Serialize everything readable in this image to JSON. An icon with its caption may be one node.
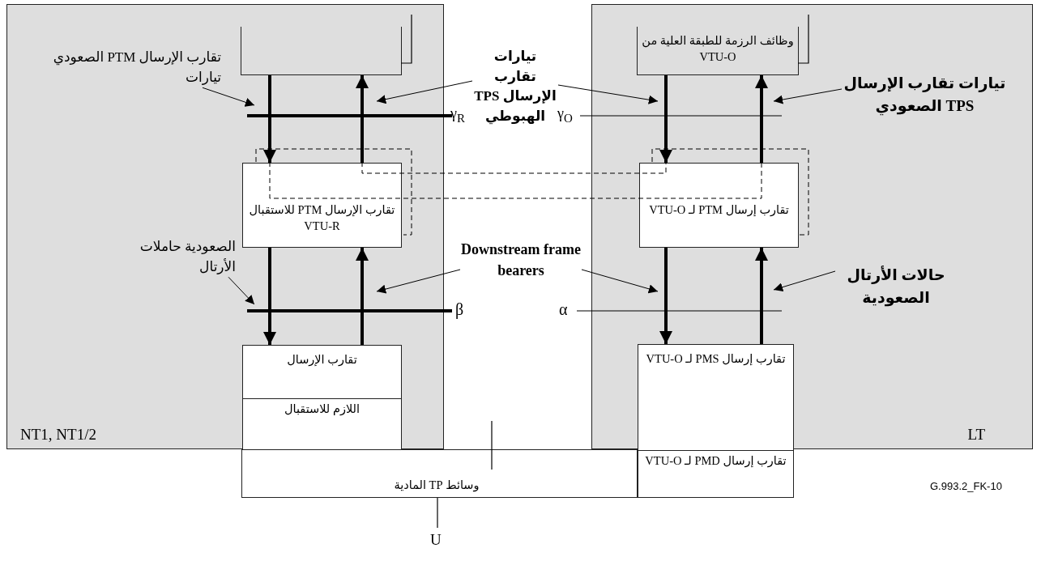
{
  "diagram": {
    "nodes": [
      {
        "text": [
          "NT1, NT1/2"
        ]
      },
      {
        "text": [
          "LT"
        ]
      },
      {
        "text": [],
        "shape": "box",
        "in": 0
      },
      {
        "text": [
          "وظائف الرزمة للطبقة العلية من VTU-O"
        ],
        "in": 1
      },
      {
        "text": [
          "تقارب الإرسال PTM للاستقبال VTU-R"
        ],
        "in": 0
      },
      {
        "text": [
          "تقارب إرسال PTM لـ VTU-O"
        ],
        "in": 1
      },
      {
        "text": [
          "تقارب الإرسال",
          "اللازم للاستقبال"
        ],
        "in": 0
      },
      {
        "text": [
          "تقارب إرسال PMS لـ VTU-O",
          "تقارب إرسال PMD لـ VTU-O"
        ]
      },
      {
        "text": [
          "وسائط TP المادية"
        ]
      },
      {
        "text": [
          "تقارب الإرسال PTM الصعودي تيارات"
        ],
        "in": 0
      },
      {
        "text": [
          "تيارات تقارب الإرسال TPS الهبوطي"
        ]
      },
      {
        "text": [
          "تيارات تقارب الإرسال TPS الصعودي"
        ],
        "in": 1
      },
      {
        "text": [
          "الصعودية حاملات الأرتال"
        ],
        "in": 0
      },
      {
        "text": [
          "Downstream frame bearers"
        ]
      },
      {
        "text": [
          "حالات الأرتال الصعودية"
        ],
        "in": 1
      }
    ],
    "edges": [
      {
        "from": 2,
        "to": 4,
        "arrow": "to",
        "style": "thick"
      },
      {
        "from": 4,
        "to": 2,
        "arrow": "to",
        "style": "thick"
      },
      {
        "from": 4,
        "to": 6,
        "arrow": "to",
        "style": "thick"
      },
      {
        "from": 6,
        "to": 4,
        "arrow": "to",
        "style": "thick"
      },
      {
        "from": 3,
        "to": 5,
        "arrow": "to",
        "style": "thick"
      },
      {
        "from": 5,
        "to": 3,
        "arrow": "to",
        "style": "thick"
      },
      {
        "from": 5,
        "to": 7,
        "arrow": "to",
        "style": "thick"
      },
      {
        "from": 7,
        "to": 5,
        "arrow": "to",
        "style": "thick"
      },
      {
        "from": 9,
        "to": null,
        "arrow": "to"
      },
      {
        "from": 10,
        "to": null,
        "arrow": "to"
      },
      {
        "from": 10,
        "to": null,
        "arrow": "to"
      },
      {
        "from": 11,
        "to": null,
        "arrow": "to"
      },
      {
        "from": 12,
        "to": null,
        "arrow": "to"
      },
      {
        "from": 13,
        "to": null,
        "arrow": "to"
      },
      {
        "from": 13,
        "to": null,
        "arrow": "to"
      },
      {
        "from": 14,
        "to": null,
        "arrow": "to"
      }
    ],
    "labels": [
      "γ$_{R}$",
      "γ$_{O}$",
      "β",
      "α",
      "U",
      "G.993.2_FK-10"
    ]
  }
}
